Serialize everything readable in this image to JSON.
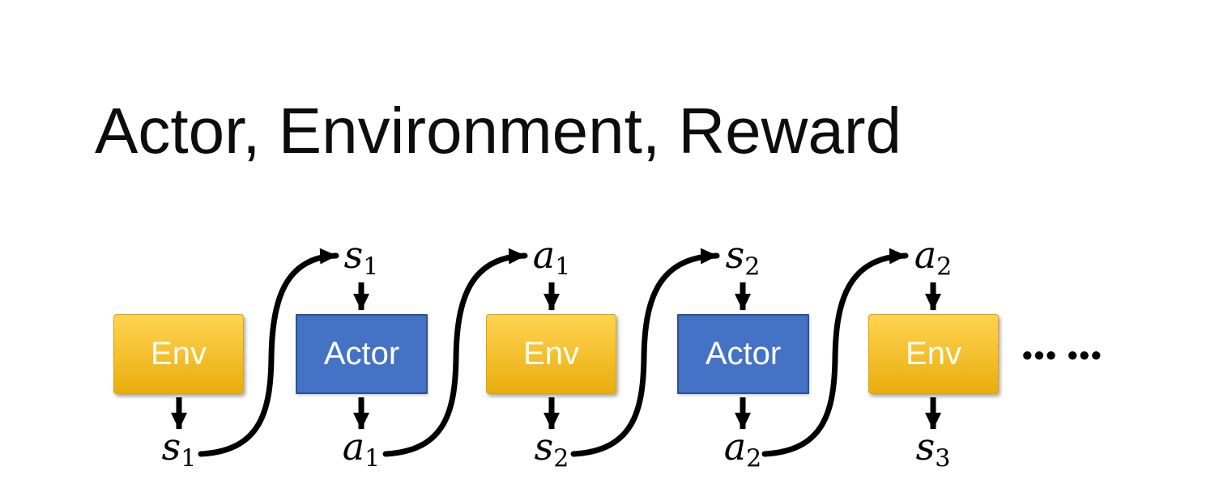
{
  "title": "Actor, Environment, Reward",
  "ellipsis": "••• •••",
  "colors": {
    "env_top": "#FFD452",
    "env_bottom": "#E9AD0E",
    "actor_fill": "#4472C4",
    "actor_border": "#2F528F",
    "arrow": "#000000"
  },
  "diagram": {
    "boxes": [
      {
        "type": "env",
        "label": "Env"
      },
      {
        "type": "actor",
        "label": "Actor"
      },
      {
        "type": "env",
        "label": "Env"
      },
      {
        "type": "actor",
        "label": "Actor"
      },
      {
        "type": "env",
        "label": "Env"
      }
    ],
    "top_labels": [
      {
        "base": "s",
        "sub": "1"
      },
      {
        "base": "a",
        "sub": "1"
      },
      {
        "base": "s",
        "sub": "2"
      },
      {
        "base": "a",
        "sub": "2"
      }
    ],
    "bottom_labels": [
      {
        "base": "s",
        "sub": "1"
      },
      {
        "base": "a",
        "sub": "1"
      },
      {
        "base": "s",
        "sub": "2"
      },
      {
        "base": "a",
        "sub": "2"
      },
      {
        "base": "s",
        "sub": "3"
      }
    ]
  }
}
